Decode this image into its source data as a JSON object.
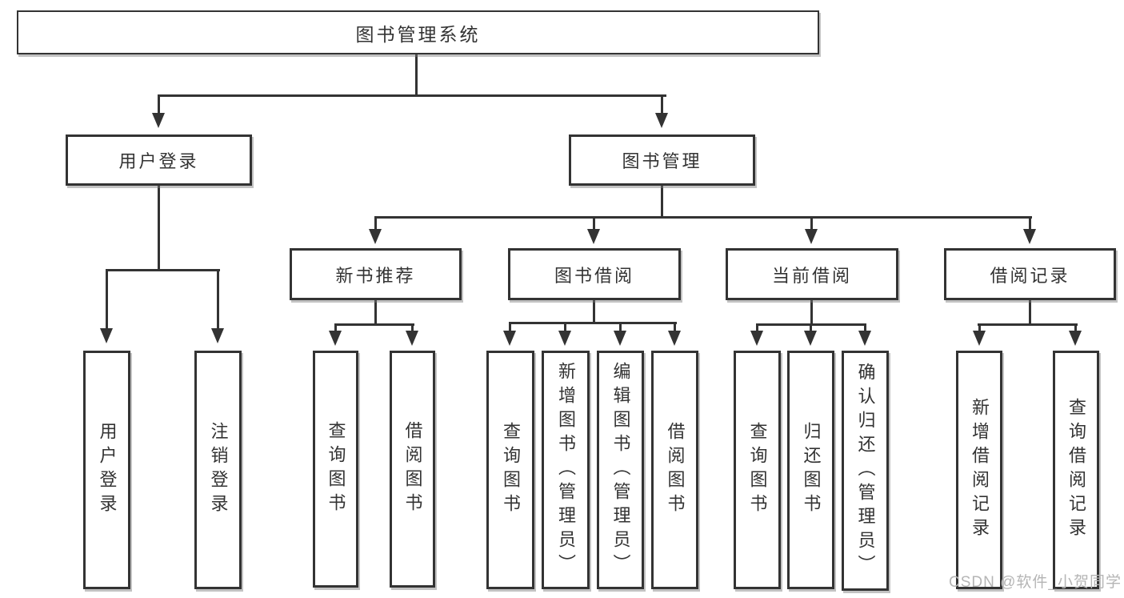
{
  "diagram": {
    "type": "tree",
    "root": {
      "label": "图书管理系统",
      "children": [
        {
          "label": "用户登录",
          "children": [
            {
              "label": "用户登录"
            },
            {
              "label": "注销登录"
            }
          ]
        },
        {
          "label": "图书管理",
          "children": [
            {
              "label": "新书推荐",
              "children": [
                {
                  "label": "查询图书"
                },
                {
                  "label": "借阅图书"
                }
              ]
            },
            {
              "label": "图书借阅",
              "children": [
                {
                  "label": "查询图书"
                },
                {
                  "label": "新增图书（管理员）"
                },
                {
                  "label": "编辑图书（管理员）"
                },
                {
                  "label": "借阅图书"
                }
              ]
            },
            {
              "label": "当前借阅",
              "children": [
                {
                  "label": "查询图书"
                },
                {
                  "label": "归还图书"
                },
                {
                  "label": "确认归还（管理员）"
                }
              ]
            },
            {
              "label": "借阅记录",
              "children": [
                {
                  "label": "新增借阅记录"
                },
                {
                  "label": "查询借阅记录"
                }
              ]
            }
          ]
        }
      ]
    },
    "watermark": "CSDN @软件_小贺同学",
    "colors": {
      "line": "#333333",
      "text": "#333333",
      "watermark": "#b5b5b5",
      "background": "#ffffff"
    }
  }
}
